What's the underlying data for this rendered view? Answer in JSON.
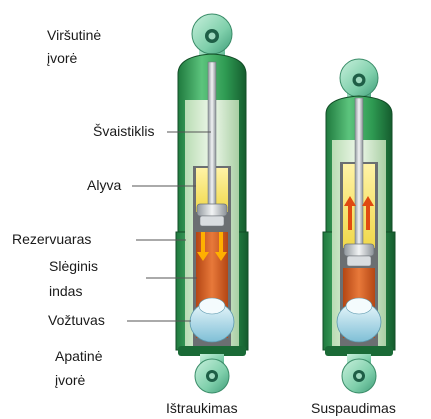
{
  "labels": {
    "upper_bushing_l1": "Viršutinė",
    "upper_bushing_l2": "įvorė",
    "piston_rod": "Švaistiklis",
    "oil": "Alyva",
    "reservoir": "Rezervuaras",
    "pressure_tube_l1": "Slėginis",
    "pressure_tube_l2": "indas",
    "valve": "Vožtuvas",
    "lower_bushing_l1": "Apatinė",
    "lower_bushing_l2": "įvorė"
  },
  "captions": {
    "extension": "Ištraukimas",
    "compression": "Suspaudimas"
  },
  "colors": {
    "outer_shell": "#2e9a52",
    "reservoir_glass": "#d8ecd2",
    "oil_yellow": "#f3e06a",
    "oil_orange": "#d9642a",
    "bushing": "#8fd6b6",
    "metal": "#c8ccd0",
    "valve": "#a8d8e8",
    "arrow": "#ffb000"
  }
}
